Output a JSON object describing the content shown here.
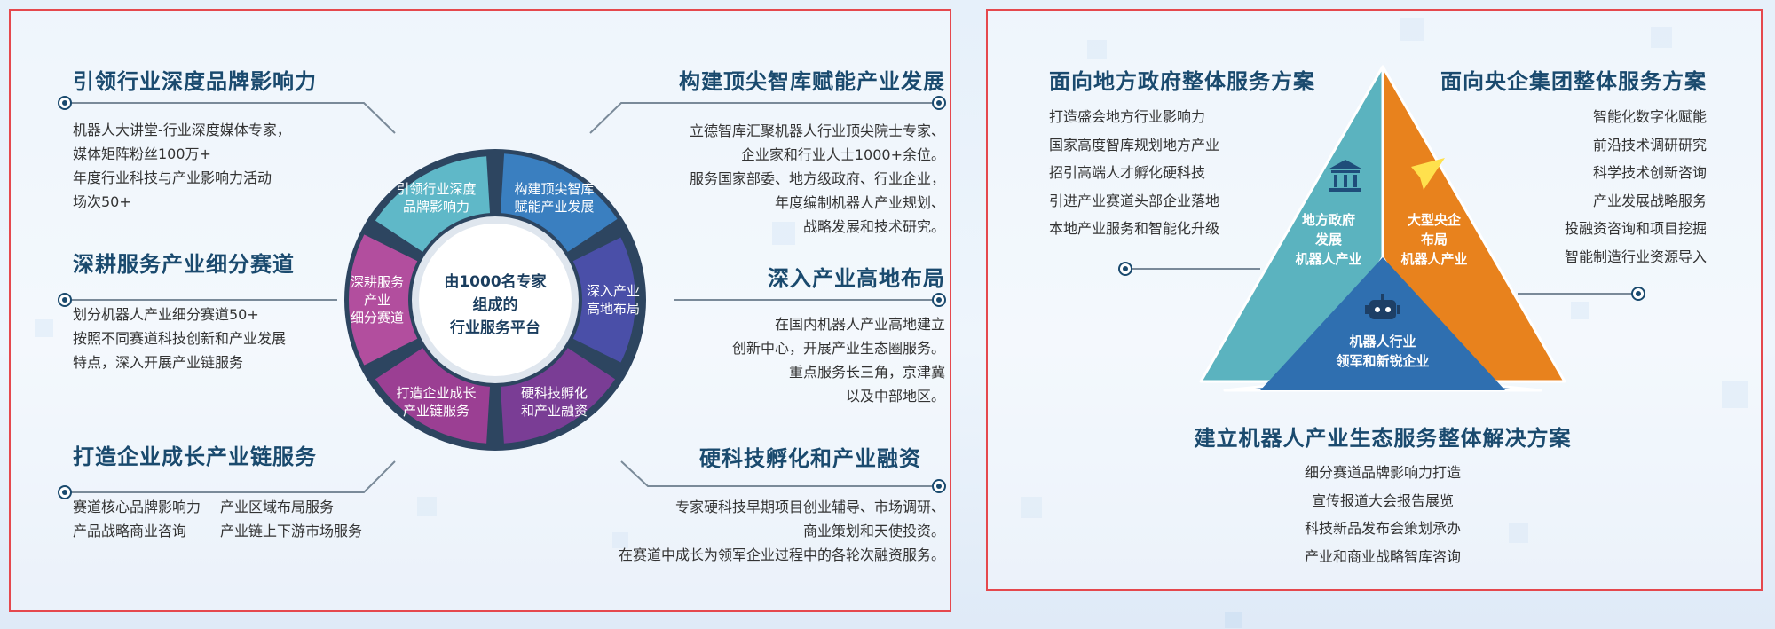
{
  "left": {
    "center": [
      "由1000名专家",
      "组成的",
      "行业服务平台"
    ],
    "segments": {
      "s1": [
        "引领行业深度",
        "品牌影响力"
      ],
      "s2": [
        "构建顶尖智库",
        "赋能产业发展"
      ],
      "s3": [
        "深入产业",
        "高地布局"
      ],
      "s4": [
        "硬科技孵化",
        "和产业融资"
      ],
      "s5": [
        "打造企业成长",
        "产业链服务"
      ],
      "s6": [
        "深耕服务",
        "产业",
        "细分赛道"
      ]
    },
    "colors": {
      "s1": "#5fb8c8",
      "s2": "#3a7fc0",
      "s3": "#4a4fa8",
      "s4": "#7a3d95",
      "s5": "#9b3f93",
      "s6": "#b24e9e"
    },
    "b1": {
      "title": "引领行业深度品牌影响力",
      "lines": [
        "机器人大讲堂-行业深度媒体专家，",
        "媒体矩阵粉丝100万+",
        "年度行业科技与产业影响力活动",
        "场次50+"
      ]
    },
    "b2": {
      "title": "深耕服务产业细分赛道",
      "lines": [
        "划分机器人产业细分赛道50+",
        "按照不同赛道科技创新和产业发展",
        "特点，深入开展产业链服务"
      ]
    },
    "b3": {
      "title": "打造企业成长产业链服务",
      "col1": [
        "赛道核心品牌影响力",
        "产品战略商业咨询"
      ],
      "col2": [
        "产业区域布局服务",
        "产业链上下游市场服务"
      ]
    },
    "b4": {
      "title": "构建顶尖智库赋能产业发展",
      "lines": [
        "立德智库汇聚机器人行业顶尖院士专家、",
        "企业家和行业人士1000+余位。",
        "服务国家部委、地方级政府、行业企业，",
        "年度编制机器人产业规划、",
        "战略发展和技术研究。"
      ]
    },
    "b5": {
      "title": "深入产业高地布局",
      "lines": [
        "在国内机器人产业高地建立",
        "创新中心，开展产业生态圈服务。",
        "重点服务长三角，京津冀",
        "以及中部地区。"
      ]
    },
    "b6": {
      "title": "硬科技孵化和产业融资",
      "lines": [
        "专家硬科技早期项目创业辅导、市场调研、",
        "商业策划和天使投资。",
        "在赛道中成长为领军企业过程中的各轮次融资服务。"
      ]
    }
  },
  "right": {
    "gov": {
      "title": "面向地方政府整体服务方案",
      "lines": [
        "打造盛会地方行业影响力",
        "国家高度智库规划地方产业",
        "招引高端人才孵化硬科技",
        "引进产业赛道头部企业落地",
        "本地产业服务和智能化升级"
      ]
    },
    "soe": {
      "title": "面向央企集团整体服务方案",
      "lines": [
        "智能化数字化赋能",
        "前沿技术调研研究",
        "科学技术创新咨询",
        "产业发展战略服务",
        "投融资咨询和项目挖掘",
        "智能制造行业资源导入"
      ]
    },
    "eco": {
      "title": "建立机器人产业生态服务整体解决方案",
      "lines": [
        "细分赛道品牌影响力打造",
        "宣传报道大会报告展览",
        "科技新品发布会策划承办",
        "产业和商业战略智库咨询"
      ]
    },
    "tri": {
      "left": [
        "地方政府",
        "发展",
        "机器人产业"
      ],
      "right": [
        "大型央企",
        "布局",
        "机器人产业"
      ],
      "bottom": [
        "机器人行业",
        "领军和新锐企业"
      ]
    },
    "colors": {
      "teal": "#5bb3bf",
      "orange": "#e8821d",
      "blue": "#2f6fb0"
    },
    "icons": {
      "left": "government-building-icon",
      "right": "paper-plane-icon",
      "bottom": "robot-icon"
    }
  }
}
